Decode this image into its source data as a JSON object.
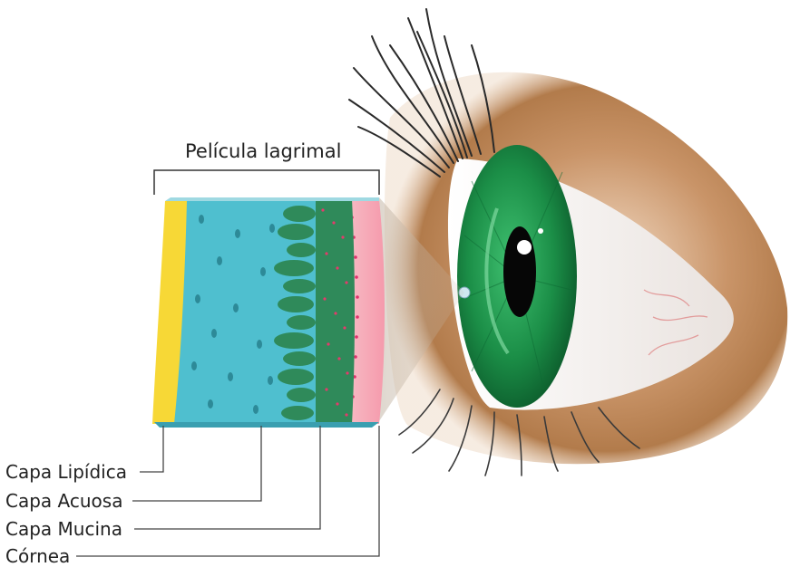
{
  "diagram": {
    "title": "Película lagrimal",
    "labels": {
      "lipid": "Capa Lipídica",
      "aqueous": "Capa Acuosa",
      "mucin": "Capa Mucina",
      "cornea": "Córnea"
    }
  },
  "colors": {
    "lipid": "#f7d836",
    "aqueous": "#4fbfcf",
    "mucin": "#2f8a5a",
    "cornea": "#f3a6b3",
    "iris": "#1c8f48",
    "skin": "#b88050"
  }
}
